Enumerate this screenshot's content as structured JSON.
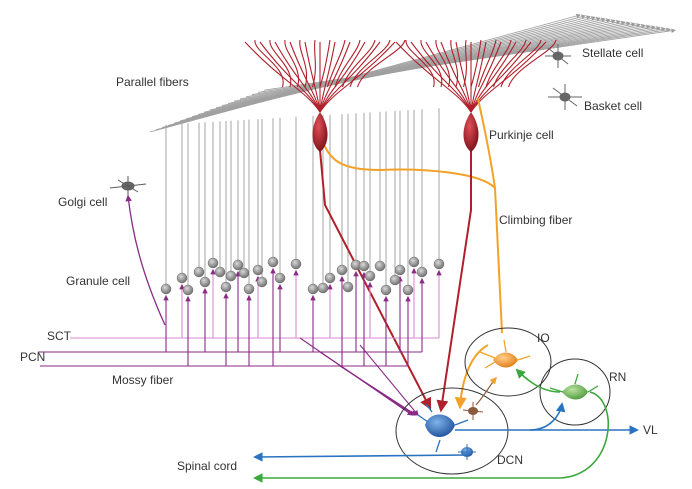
{
  "labels": {
    "parallel_fibers": "Parallel fibers",
    "stellate_cell": "Stellate cell",
    "basket_cell": "Basket cell",
    "purkinje_cell": "Purkinje cell",
    "golgi_cell": "Golgi cell",
    "climbing_fiber": "Climbing fiber",
    "granule_cell": "Granule cell",
    "io": "IO",
    "sct": "SCT",
    "pcn": "PCN",
    "rn": "RN",
    "mossy_fiber": "Mossy fiber",
    "vl": "VL",
    "spinal_cord": "Spinal cord",
    "dcn": "DCN"
  },
  "colors": {
    "purkinje": "#b0202a",
    "climbing": "#f2a229",
    "mossy": "#8a2b86",
    "mossy_light": "#d98ad4",
    "output_blue": "#2a73c0",
    "output_green": "#3aa83a",
    "fiber_gray": "#9a9a9a",
    "granule": "#8c8c8c"
  }
}
